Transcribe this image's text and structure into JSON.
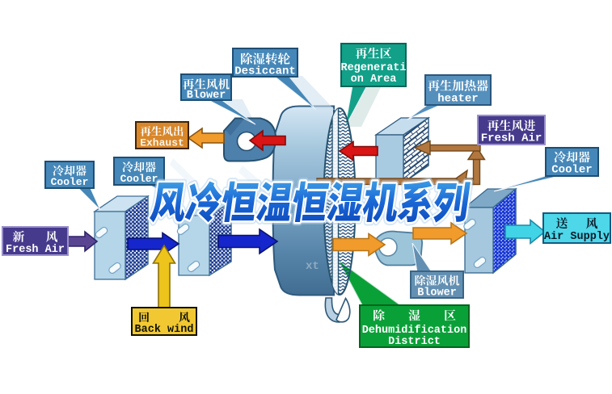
{
  "diagram_title": "风冷恒温恒湿机系列",
  "watermark": {
    "text": "风冷恒温恒湿机系列",
    "small_mark": "xt"
  },
  "labels": {
    "regen_blower": {
      "zh": "再生风机",
      "en": "Blower"
    },
    "desiccant": {
      "zh": "除湿转轮",
      "en": "Desiccant"
    },
    "regen_area": {
      "zh": "再生区",
      "en1": "Regenerati",
      "en2": "on Area"
    },
    "regen_heater": {
      "zh": "再生加热器",
      "en": "heater"
    },
    "exhaust": {
      "zh": "再生风出",
      "en": "Exhaust"
    },
    "cooler_left_1": {
      "zh": "冷却器",
      "en": "Cooler"
    },
    "cooler_left_2": {
      "zh": "冷却器",
      "en": "Cooler"
    },
    "cooler_right": {
      "zh": "冷却器",
      "en": "Cooler"
    },
    "regen_fresh_air": {
      "zh": "再生风进",
      "en": "Fresh Air"
    },
    "fresh_air": {
      "zh": "新风",
      "en": "Fresh Air"
    },
    "back_wind": {
      "zh": "回风",
      "en": "Back wind"
    },
    "dehum_blower": {
      "zh": "除湿风机",
      "en": "Blower"
    },
    "dehum_district": {
      "zh": "除湿区",
      "en1": "Dehumidification",
      "en2": "District"
    },
    "air_supply": {
      "zh": "送风",
      "en": "Air Supply"
    }
  },
  "colors": {
    "label_blue": "#4587b8",
    "label_blue_border": "#1e4e74",
    "teal": "#12a089",
    "teal_border": "#0a6458",
    "orange_box": "#d8872b",
    "orange_box_border": "#3f2405",
    "indigo": "#463a8c",
    "indigo_border": "#9a90cc",
    "yellow_box": "#f2c832",
    "yellow_box_border": "#111100",
    "green_box": "#0aa038",
    "green_box_border": "#04641e",
    "cyan_box": "#4dd7e9",
    "cyan_box_border": "#145a80",
    "dehum_blower_box": "#6390b2",
    "dehum_blower_border": "#3a6486",
    "heater_label": "#5590bd",
    "heater_label_border": "#2a567c",
    "arrow_red": "#d91515",
    "arrow_orange": "#f09b2b",
    "arrow_blue": "#1526cc",
    "arrow_purple": "#5a4593",
    "arrow_yellow": "#ecc41c",
    "arrow_cyan": "#41d4e6",
    "duct_brown": "#b1773f",
    "watermark_blue": "#1b66d3"
  }
}
